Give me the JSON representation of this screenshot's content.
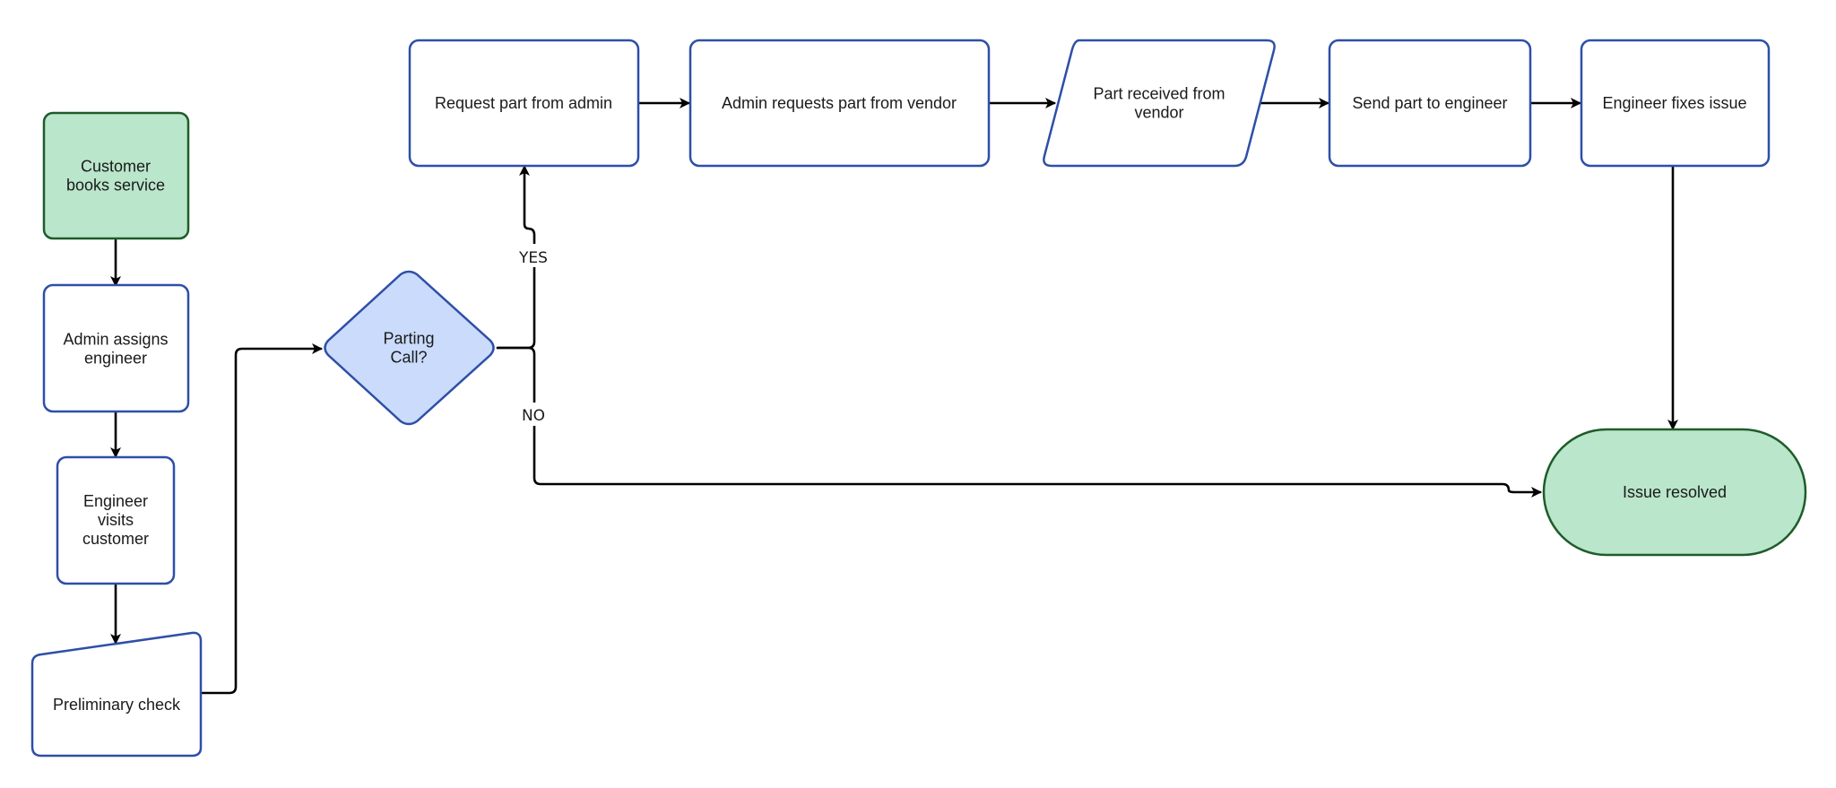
{
  "colors": {
    "process_stroke": "#2e4fa8",
    "process_fill": "#ffffff",
    "terminal_stroke": "#1e5c2a",
    "terminal_fill": "#bae6cb",
    "decision_fill": "#cadbfb",
    "decision_stroke": "#2e4fa8",
    "edge": "#000000"
  },
  "nodes": {
    "customer_books_service": {
      "lines": [
        "Customer",
        "books service"
      ]
    },
    "admin_assigns_engineer": {
      "lines": [
        "Admin assigns",
        "engineer"
      ]
    },
    "engineer_visits_customer": {
      "lines": [
        "Engineer",
        "visits",
        "customer"
      ]
    },
    "preliminary_check": {
      "lines": [
        "Preliminary check"
      ]
    },
    "parting_call": {
      "lines": [
        "Parting",
        "Call?"
      ]
    },
    "request_part_from_admin": {
      "lines": [
        "Request part from admin"
      ]
    },
    "admin_requests_part_from_vendor": {
      "lines": [
        "Admin requests part from vendor"
      ]
    },
    "part_received_from_vendor": {
      "lines": [
        "Part received from",
        "vendor"
      ]
    },
    "send_part_to_engineer": {
      "lines": [
        "Send part to engineer"
      ]
    },
    "engineer_fixes_issue": {
      "lines": [
        "Engineer fixes issue"
      ]
    },
    "issue_resolved": {
      "lines": [
        "Issue resolved"
      ]
    }
  },
  "edge_labels": {
    "yes": "YES",
    "no": "NO"
  }
}
